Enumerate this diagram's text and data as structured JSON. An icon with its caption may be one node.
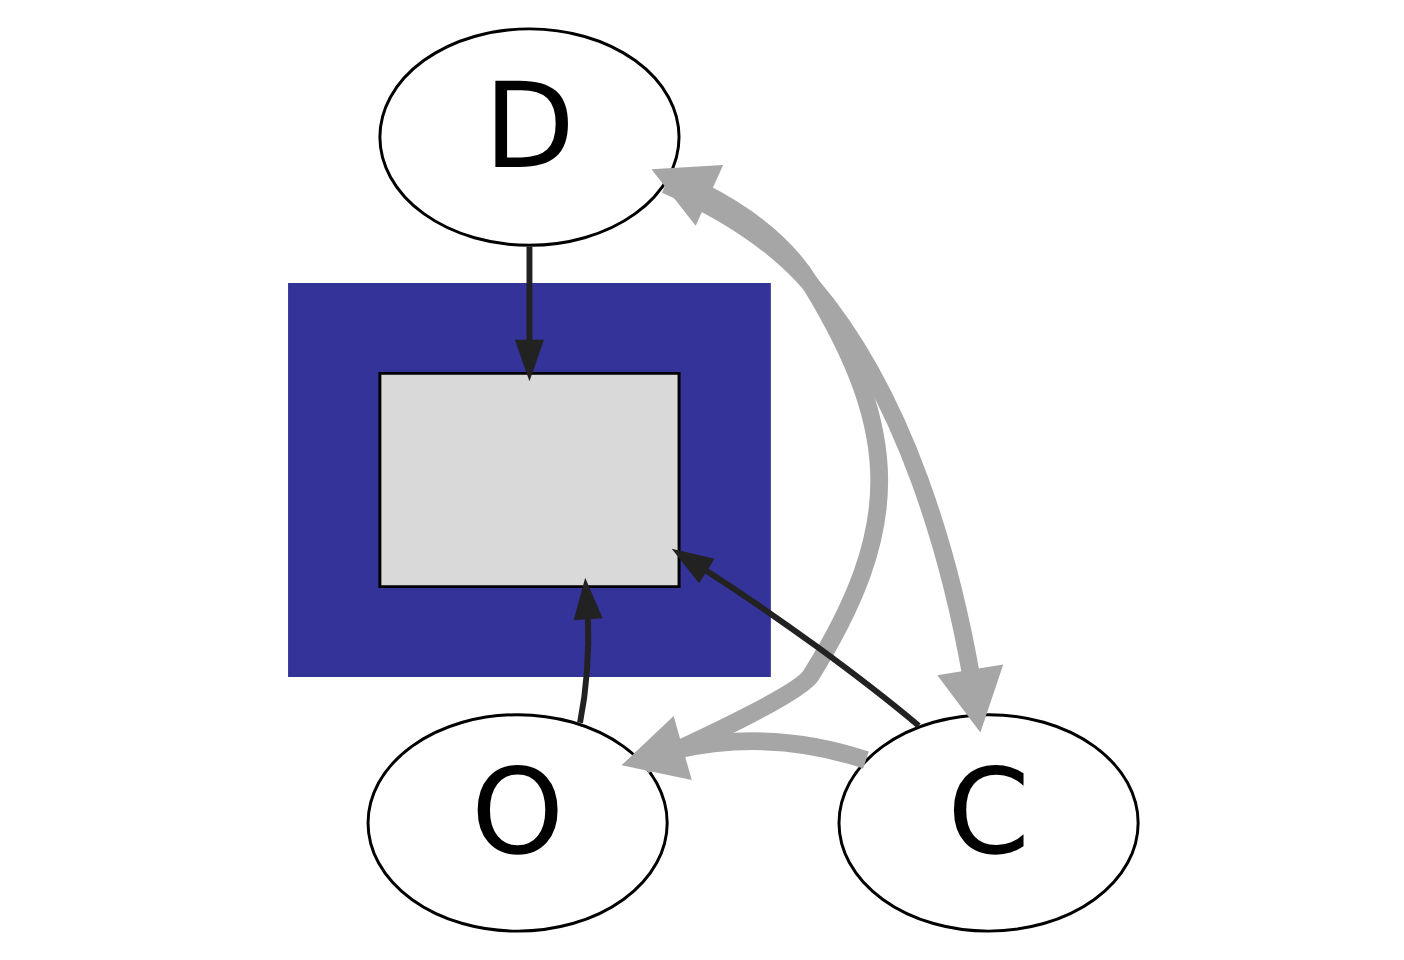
{
  "diagram": {
    "nodes": [
      {
        "text": [],
        "shape": "triangle"
      },
      {
        "text": [
          "D"
        ]
      },
      {
        "text": [
          "O"
        ]
      },
      {
        "text": [
          "C"
        ]
      },
      {
        "text": [],
        "shape": "box",
        "in": 0
      }
    ],
    "edges": [
      {
        "from": 1,
        "to": 4,
        "arrow": "to"
      },
      {
        "from": 2,
        "to": 4,
        "arrow": "to"
      },
      {
        "from": 3,
        "to": 4,
        "arrow": "to"
      },
      {
        "from": 1,
        "to": 3,
        "arrow": "to",
        "style": "thick",
        "color": "#a6a6a6"
      },
      {
        "from": 3,
        "to": 2,
        "arrow": "to",
        "style": "thick",
        "color": "#a6a6a6"
      },
      {
        "from": 2,
        "to": 1,
        "arrow": "to",
        "style": "thick",
        "color": "#a6a6a6"
      }
    ]
  }
}
